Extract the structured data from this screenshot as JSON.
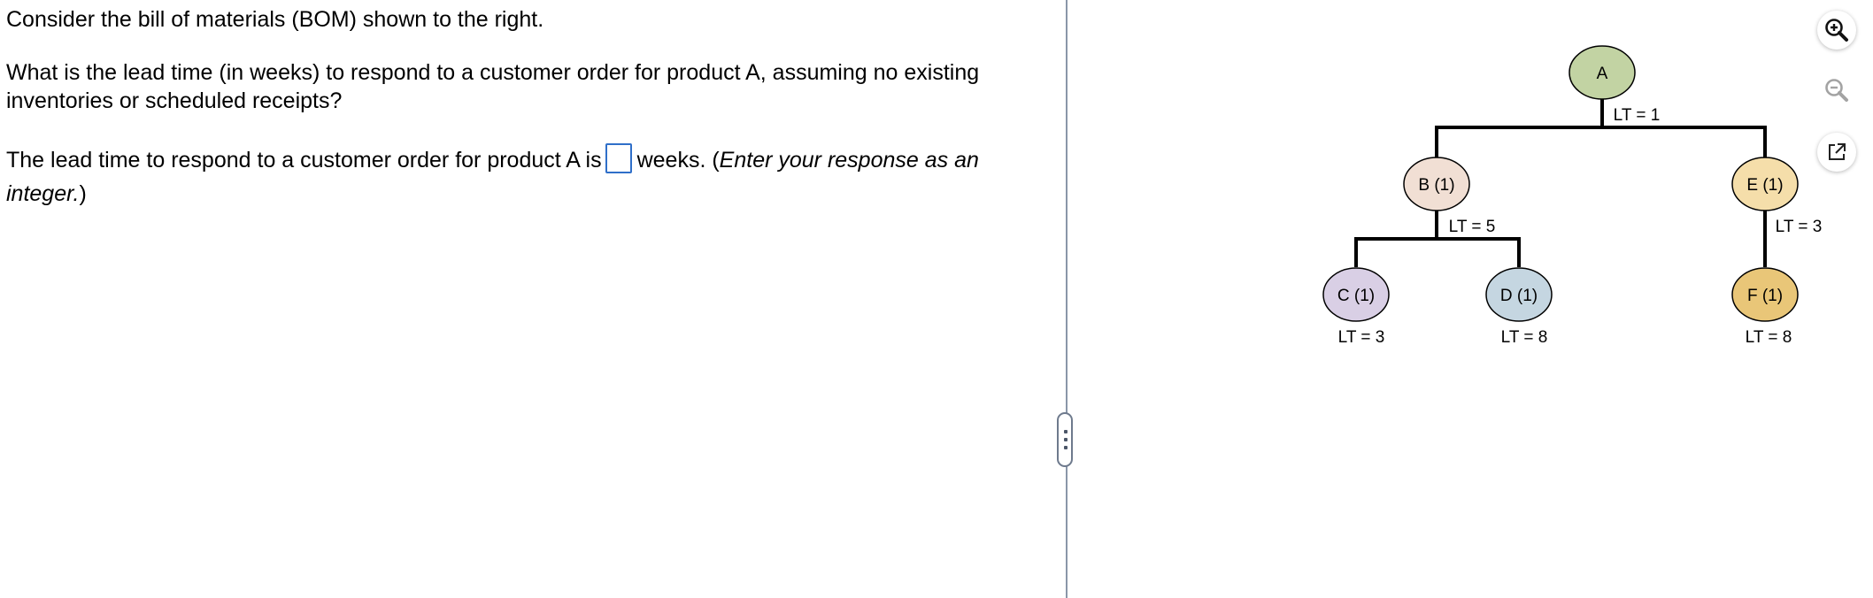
{
  "question": {
    "intro": "Consider the bill of materials (BOM) shown to the right.",
    "prompt": "What is the lead time (in weeks) to respond to a customer order for product A, assuming no existing inventories or scheduled receipts?",
    "answer_prefix": "The lead time to respond to a customer order for product A is",
    "answer_value": "",
    "answer_suffix_plain": "weeks. (",
    "answer_suffix_italic": "Enter your response as an integer.",
    "answer_suffix_end": ")"
  },
  "bom": {
    "nodes": {
      "a": {
        "label": "A",
        "lt": "LT = 1",
        "color": "#c2d3a3"
      },
      "b": {
        "label": "B (1)",
        "lt": "LT = 5",
        "color": "#f1dfd4"
      },
      "e": {
        "label": "E (1)",
        "lt": "LT = 3",
        "color": "#f5deaa"
      },
      "c": {
        "label": "C (1)",
        "lt": "LT = 3",
        "color": "#d9cfe5"
      },
      "d": {
        "label": "D (1)",
        "lt": "LT = 8",
        "color": "#c5d6e1"
      },
      "f": {
        "label": "F (1)",
        "lt": "LT = 8",
        "color": "#e9c678"
      }
    }
  },
  "tools": {
    "zoom_in": "zoom-in-icon",
    "zoom_out": "zoom-out-icon",
    "popout": "external-link-icon"
  }
}
